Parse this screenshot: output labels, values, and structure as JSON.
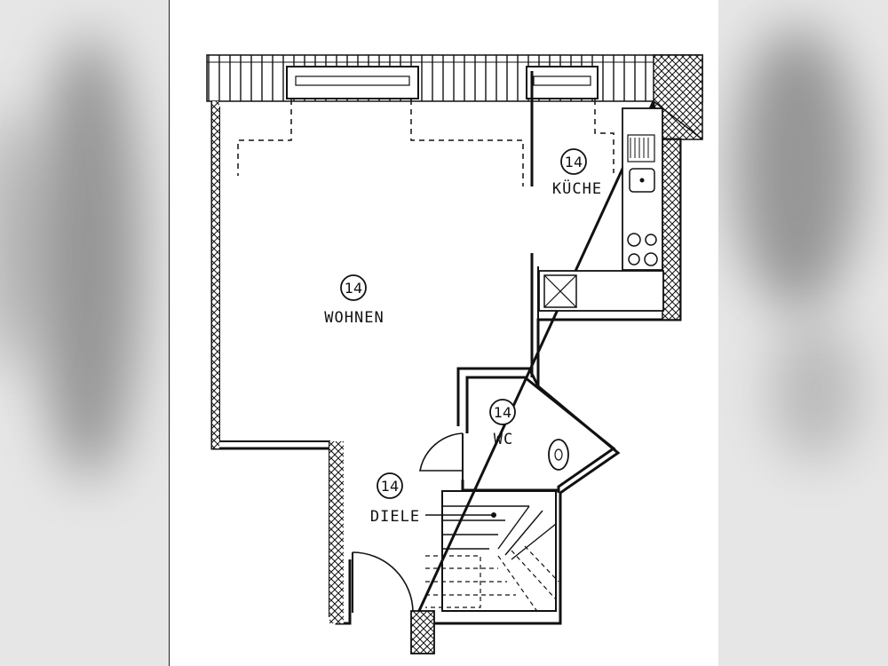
{
  "rooms": [
    {
      "id": "wohnen",
      "number": "14",
      "name": "WOHNEN"
    },
    {
      "id": "kueche",
      "number": "14",
      "name": "KÜCHE"
    },
    {
      "id": "wc",
      "number": "14",
      "name": "WC"
    },
    {
      "id": "diele",
      "number": "14",
      "name": "DIELE"
    }
  ],
  "colors": {
    "line": "#111111",
    "background_blur": "#e6e6e6"
  }
}
